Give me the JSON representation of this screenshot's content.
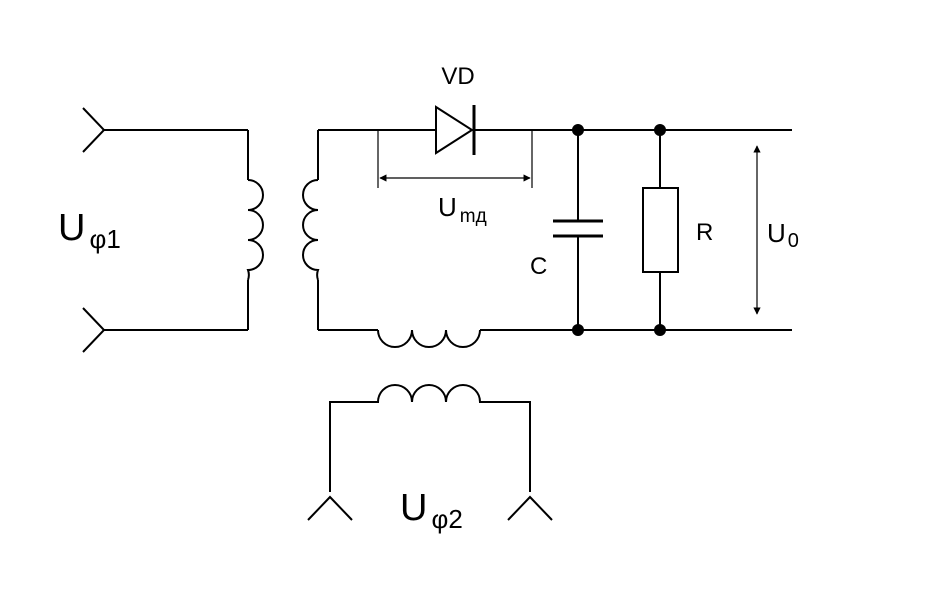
{
  "labels": {
    "diode": "VD",
    "input_voltage_main": "U",
    "input_voltage_main_sub": "φ1",
    "input_voltage_aux": "U",
    "input_voltage_aux_sub": "φ2",
    "diode_voltage": "U",
    "diode_voltage_sub": "mд",
    "capacitor": "C",
    "resistor": "R",
    "output_voltage": "U",
    "output_voltage_sub": "0"
  },
  "colors": {
    "stroke": "#000000",
    "background": "#ffffff"
  }
}
